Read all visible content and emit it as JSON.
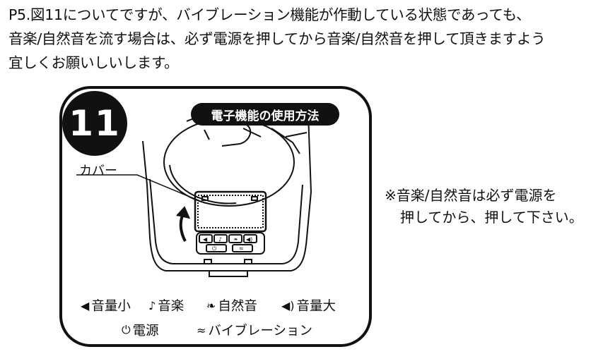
{
  "intro": {
    "line1": "P5.図11についてですが、バイブレーション機能が作動している状態であっても、",
    "line2": "音楽/自然音を流す場合は、必ず電源を押してから音楽/自然音を押して頂きますよう",
    "line3": "宜しくお願いしいします。"
  },
  "figure": {
    "number": "11",
    "title": "電子機能の使用方法",
    "cover_label": "カバー",
    "legend": {
      "volume_down": "音量小",
      "music": "音楽",
      "nature": "自然音",
      "volume_up": "音量大",
      "power": "電源",
      "vibration": "バイブレーション"
    }
  },
  "note": {
    "line1": "※音楽/自然音は必ず電源を",
    "line2": "押してから、押して下さい。"
  }
}
